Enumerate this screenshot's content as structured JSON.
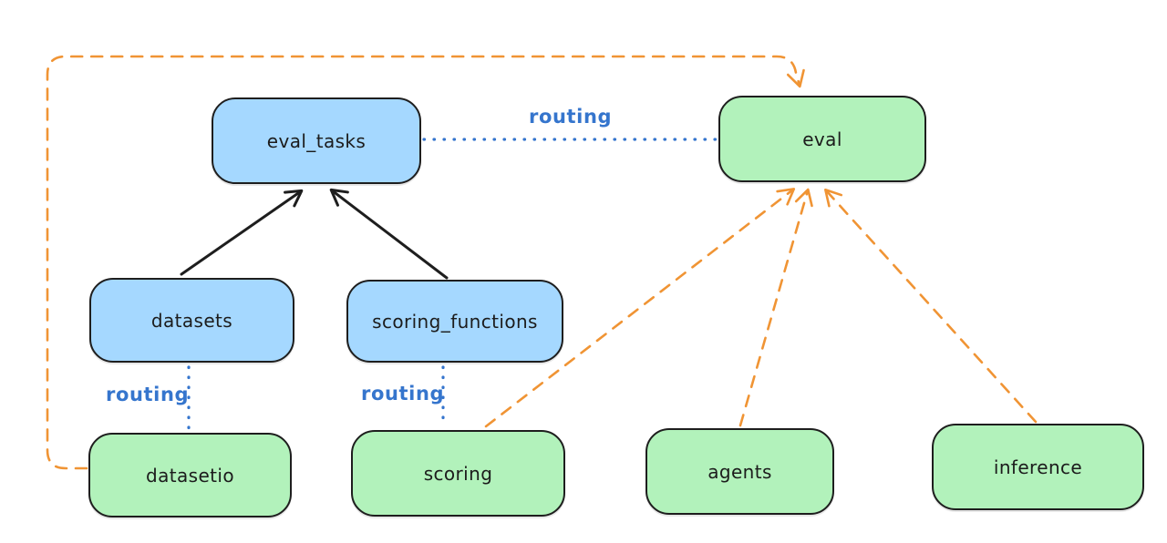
{
  "diagram": {
    "colors": {
      "api_fill_blue": "#a5d8ff",
      "provider_fill_green": "#b2f2bb",
      "box_stroke": "#1e1e1e",
      "orange_dashed": "#f09434",
      "blue_dotted": "#3575cd"
    },
    "nodes": [
      {
        "id": "eval_tasks",
        "label": "eval_tasks",
        "fill": "blue"
      },
      {
        "id": "eval",
        "label": "eval",
        "fill": "green"
      },
      {
        "id": "datasets",
        "label": "datasets",
        "fill": "blue"
      },
      {
        "id": "scoring_functions",
        "label": "scoring_functions",
        "fill": "blue"
      },
      {
        "id": "datasetio",
        "label": "datasetio",
        "fill": "green"
      },
      {
        "id": "scoring",
        "label": "scoring",
        "fill": "green"
      },
      {
        "id": "agents",
        "label": "agents",
        "fill": "green"
      },
      {
        "id": "inference",
        "label": "inference",
        "fill": "green"
      }
    ],
    "edges": [
      {
        "from": "datasets",
        "to": "eval_tasks",
        "style": "solid-black-arrow",
        "label": ""
      },
      {
        "from": "scoring_functions",
        "to": "eval_tasks",
        "style": "solid-black-arrow",
        "label": ""
      },
      {
        "from": "eval_tasks",
        "to": "eval",
        "style": "dotted-blue",
        "label": "routing"
      },
      {
        "from": "datasets",
        "to": "datasetio",
        "style": "dotted-blue",
        "label": "routing"
      },
      {
        "from": "scoring_functions",
        "to": "scoring",
        "style": "dotted-blue",
        "label": "routing"
      },
      {
        "from": "datasetio",
        "to": "eval",
        "style": "dashed-orange-arrow",
        "label": ""
      },
      {
        "from": "scoring",
        "to": "eval",
        "style": "dashed-orange-arrow",
        "label": ""
      },
      {
        "from": "agents",
        "to": "eval",
        "style": "dashed-orange-arrow",
        "label": ""
      },
      {
        "from": "inference",
        "to": "eval",
        "style": "dashed-orange-arrow",
        "label": ""
      }
    ]
  }
}
